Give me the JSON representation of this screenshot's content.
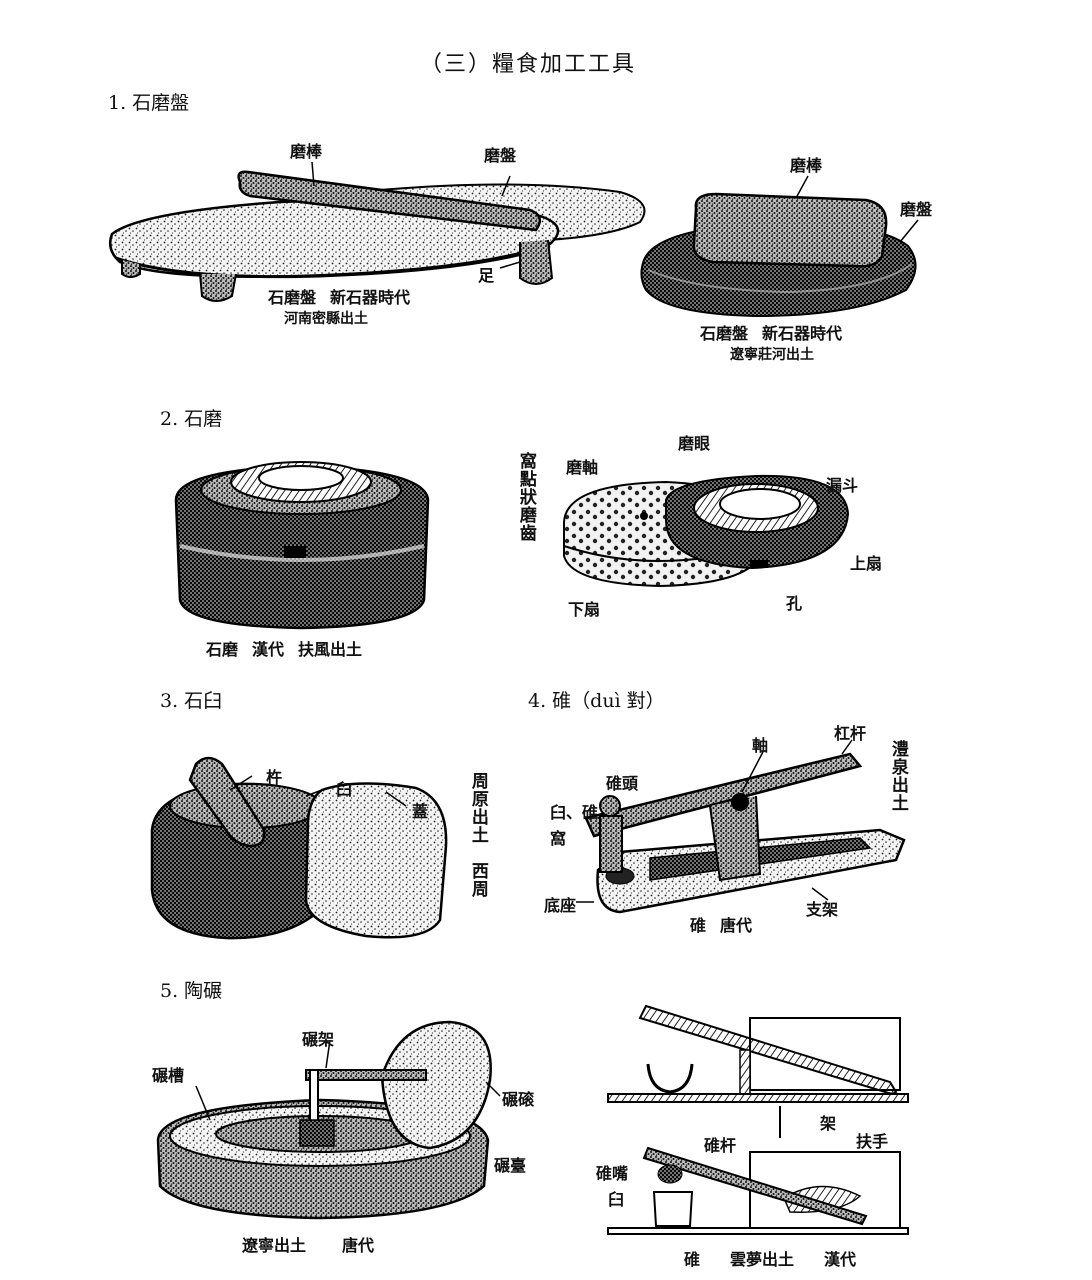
{
  "page": {
    "title": "（三）糧食加工工具"
  },
  "sections": {
    "s1": {
      "heading": "1. 石磨盤"
    },
    "s2": {
      "heading": "2. 石磨"
    },
    "s3": {
      "heading": "3. 石臼"
    },
    "s4": {
      "heading": "4. 碓（duì 對）"
    },
    "s5": {
      "heading": "5. 陶碾"
    }
  },
  "fig1a": {
    "labels": {
      "stick": "磨棒",
      "plate": "磨盤",
      "foot": "足"
    },
    "caption": {
      "name": "石磨盤",
      "era": "新石器時代",
      "origin": "河南密縣出土"
    }
  },
  "fig1b": {
    "labels": {
      "stick": "磨棒",
      "plate": "磨盤"
    },
    "caption": {
      "name": "石磨盤",
      "era": "新石器時代",
      "origin": "遼寧莊河出土"
    }
  },
  "fig2a": {
    "caption": {
      "name": "石磨",
      "era": "漢代",
      "origin": "扶風出土"
    }
  },
  "fig2b": {
    "labels": {
      "teeth": "窩點狀磨齒",
      "axle": "磨軸",
      "eye": "磨眼",
      "funnel": "漏斗",
      "upper": "上扇",
      "hole": "孔",
      "lower": "下扇"
    }
  },
  "fig3": {
    "labels": {
      "pestle": "杵",
      "mortar": "臼",
      "lid": "蓋"
    },
    "side_origin": "周原出土",
    "side_era": "西周"
  },
  "fig4": {
    "labels": {
      "axle": "軸",
      "lever": "杠杆",
      "head": "碓頭",
      "mortar_nest": "臼、碓窩",
      "base": "底座",
      "support": "支架"
    },
    "side_origin": "澧泉出土",
    "caption": {
      "name": "碓",
      "era": "唐代"
    }
  },
  "fig5a": {
    "labels": {
      "frame": "碾架",
      "trough": "碾槽",
      "roller": "碾磙",
      "platform": "碾臺"
    },
    "caption": {
      "origin": "遼寧出土",
      "era": "唐代"
    }
  },
  "fig5b": {
    "labels": {
      "frame": "架",
      "lever": "碓杆",
      "handle": "扶手",
      "head": "碓嘴",
      "mortar": "臼"
    },
    "caption": {
      "name": "碓",
      "origin": "雲夢出土",
      "era": "漢代"
    }
  }
}
